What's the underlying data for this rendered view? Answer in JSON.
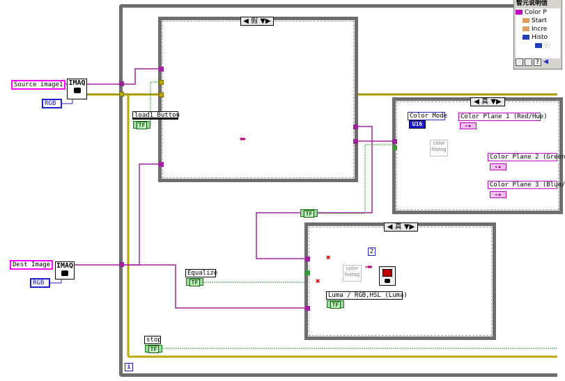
{
  "context_help": {
    "title": "智元说明信",
    "items": [
      "Color P",
      "Start",
      "Incre",
      "Histo",
      "ⓒ"
    ],
    "toolbar_icons": [
      "help-toolbar-icon",
      "lock-icon",
      "question-icon",
      "left-arrow-icon"
    ]
  },
  "controls": {
    "source_image": "Source image1",
    "dest_image": "Dest Image",
    "rgb1": "RGB",
    "rgb2": "RGB",
    "imaq1": "IMAQ",
    "imaq2": "IMAQ",
    "load_button": "load1 Button",
    "equalize": "Equalize",
    "stop": "stop",
    "luma": "Luma / RGB,HSL (Luma)",
    "color_mode": "Color Mode",
    "u16": "U16",
    "plane1": "Color Plane 1 (Red/Hue)",
    "plane2": "Color Plane 2 (Green",
    "plane3": "Color Plane 3 (Blue/",
    "tf": "TF",
    "const_2": "2"
  },
  "cases": {
    "top_left": "◀ 假 ▼▶",
    "top_right": "◀ 真 ▼▶",
    "bottom": "◀ 真 ▼▶"
  },
  "histog_label": [
    "color",
    "histog"
  ],
  "info_icon": "i",
  "colors": {
    "image_wire": "#a0209f",
    "error_wire": "#bba800",
    "bool_wire": "#3a9a3a",
    "frame": "#6d6d6d"
  }
}
